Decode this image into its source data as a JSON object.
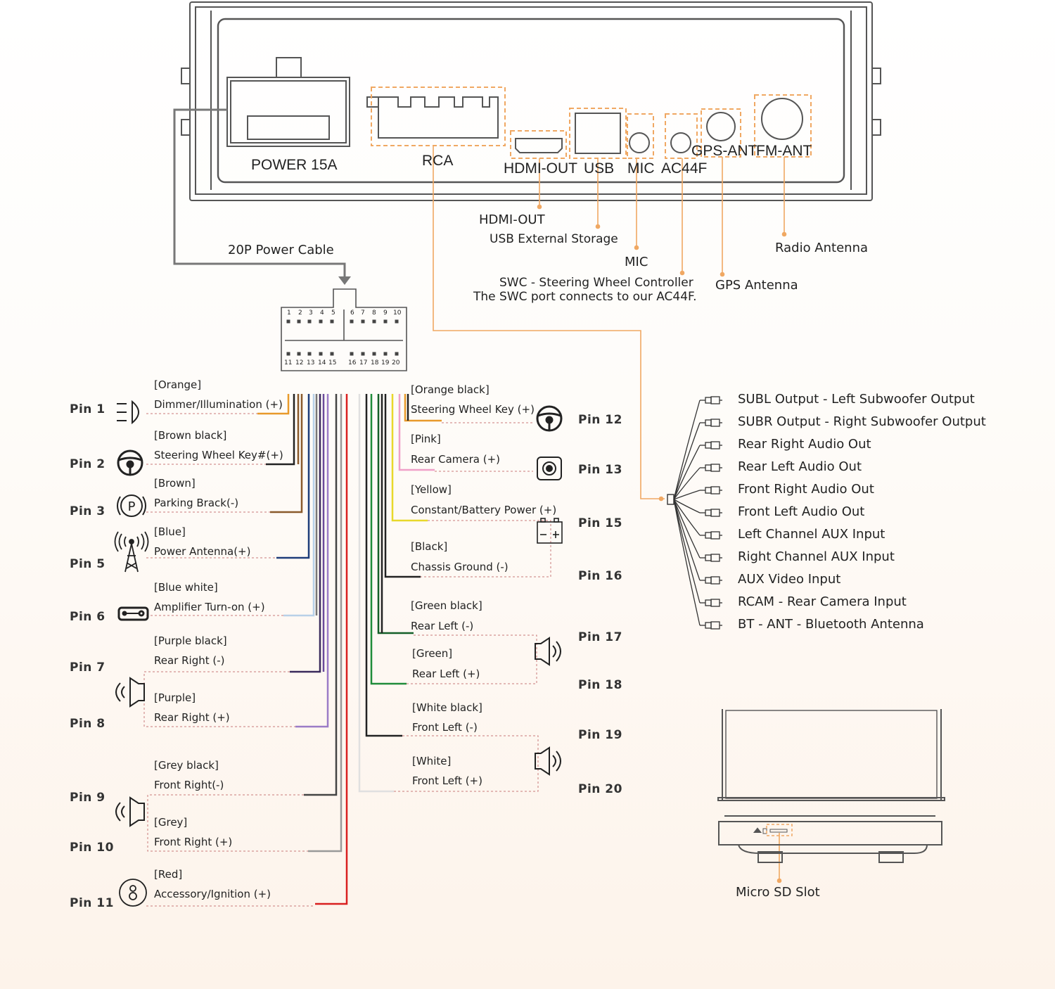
{
  "colors": {
    "accent": "#f0a863",
    "line": "#555555",
    "wire_red": "#d91f1f"
  },
  "head_unit": {
    "ports": [
      {
        "id": "power",
        "label": "POWER 15A"
      },
      {
        "id": "rca",
        "label": "RCA"
      },
      {
        "id": "hdmi",
        "label": "HDMI-OUT"
      },
      {
        "id": "usb",
        "label": "USB"
      },
      {
        "id": "mic",
        "label": "MIC"
      },
      {
        "id": "ac44f",
        "label": "AC44F"
      },
      {
        "id": "gps",
        "label": "GPS-ANT"
      },
      {
        "id": "fm",
        "label": "FM-ANT"
      }
    ]
  },
  "callouts": {
    "hdmi": "HDMI-OUT",
    "usb": "USB External Storage",
    "mic": "MIC",
    "swc": "SWC - Steering Wheel Controller",
    "swc_note": "The SWC port connects to our AC44F.",
    "gps": "GPS Antenna",
    "radio": "Radio Antenna",
    "power_cable": "20P Power Cable"
  },
  "connector": {
    "top_numbers": [
      "1",
      "2",
      "3",
      "4",
      "5",
      "6",
      "7",
      "8",
      "9",
      "10"
    ],
    "bottom_numbers": [
      "11",
      "12",
      "13",
      "14",
      "15",
      "16",
      "17",
      "18",
      "19",
      "20"
    ]
  },
  "left_pins": [
    {
      "pin": "Pin 1",
      "color": "[Orange]",
      "function": "Dimmer/Illumination (+)",
      "icon": "headlight-icon"
    },
    {
      "pin": "Pin 2",
      "color": "[Brown black]",
      "function": "Steering Wheel Key#(+)",
      "icon": "steering-wheel-icon"
    },
    {
      "pin": "Pin 3",
      "color": "[Brown]",
      "function": "Parking Brack(-)",
      "icon": "parking-brake-icon"
    },
    {
      "pin": "Pin 5",
      "color": "[Blue]",
      "function": "Power Antenna(+)",
      "icon": "antenna-tower-icon"
    },
    {
      "pin": "Pin 6",
      "color": "[Blue white]",
      "function": "Amplifier Turn-on (+)",
      "icon": "amplifier-icon"
    },
    {
      "pin": "Pin 7",
      "color": "[Purple black]",
      "function": "Rear Right (-)",
      "icon": ""
    },
    {
      "pin": "Pin 8",
      "color": "[Purple]",
      "function": "Rear Right (+)",
      "icon": ""
    },
    {
      "pin": "Pin 9",
      "color": "[Grey black]",
      "function": "Front Right(-)",
      "icon": ""
    },
    {
      "pin": "Pin 10",
      "color": "[Grey]",
      "function": "Front Right (+)",
      "icon": ""
    },
    {
      "pin": "Pin 11",
      "color": "[Red]",
      "function": "Accessory/Ignition (+)",
      "icon": "ignition-key-icon"
    }
  ],
  "right_pins": [
    {
      "pin": "Pin 12",
      "color": "[Orange black]",
      "function": "Steering Wheel Key (+)"
    },
    {
      "pin": "Pin 13",
      "color": "[Pink]",
      "function": "Rear Camera (+)"
    },
    {
      "pin": "Pin 15",
      "color": "[Yellow]",
      "function": "Constant/Battery Power (+)"
    },
    {
      "pin": "Pin 16",
      "color": "[Black]",
      "function": "Chassis Ground (-)"
    },
    {
      "pin": "Pin 17",
      "color": "[Green black]",
      "function": "Rear Left (-)"
    },
    {
      "pin": "Pin 18",
      "color": "[Green]",
      "function": "Rear Left (+)"
    },
    {
      "pin": "Pin 19",
      "color": "[White black]",
      "function": "Front Left (-)"
    },
    {
      "pin": "Pin 20",
      "color": "[White]",
      "function": "Front Left (+)"
    }
  ],
  "rca_outputs": [
    "SUBL Output - Left Subwoofer Output",
    "SUBR Output - Right Subwoofer Output",
    "Rear Right Audio Out",
    "Rear Left Audio Out",
    "Front Right Audio Out",
    "Front Left Audio Out",
    "Left Channel AUX Input",
    "Right Channel AUX Input",
    "AUX Video Input",
    "RCAM - Rear Camera Input",
    "BT - ANT - Bluetooth Antenna"
  ],
  "sd_slot": {
    "label": "Micro SD Slot"
  }
}
